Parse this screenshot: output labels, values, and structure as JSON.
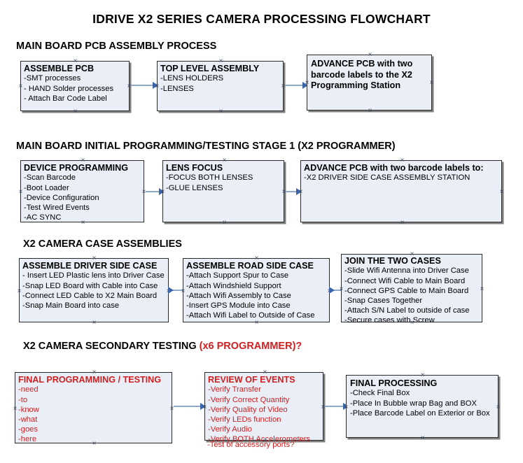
{
  "document": {
    "title": "IDRIVE X2  SERIES CAMERA PROCESSING FLOWCHART"
  },
  "sections": [
    {
      "id": "main-board-pcb-assembly",
      "heading": "MAIN BOARD PCB ASSEMBLY PROCESS",
      "heading_red": "",
      "boxes": [
        {
          "id": "assemble-pcb",
          "title": "ASSEMBLE PCB",
          "lines": [
            "-SMT processes",
            "- HAND Solder processes",
            "- Attach Bar Code Label"
          ],
          "color": "black"
        },
        {
          "id": "top-level-assembly",
          "title": "TOP LEVEL ASSEMBLY",
          "lines": [
            "-LENS HOLDERS",
            "-LENSES"
          ],
          "color": "black"
        },
        {
          "id": "advance-pcb-programming-station",
          "title": "ADVANCE PCB with two barcode labels to the  X2 Programming Station",
          "lines": [],
          "color": "black"
        }
      ]
    },
    {
      "id": "main-board-initial-programming",
      "heading": "MAIN BOARD INITIAL PROGRAMMING/TESTING STAGE 1 (X2 PROGRAMMER)",
      "heading_red": "",
      "boxes": [
        {
          "id": "device-programming",
          "title": "DEVICE PROGRAMMING",
          "lines": [
            "-Scan Barcode",
            "-Boot Loader",
            "-Device Configuration",
            "-Test Wired Events",
            "-AC SYNC"
          ],
          "color": "black"
        },
        {
          "id": "lens-focus",
          "title": "LENS FOCUS",
          "lines": [
            "-FOCUS BOTH LENSES",
            "-GLUE LENSES"
          ],
          "color": "black"
        },
        {
          "id": "advance-pcb-driver-side-case",
          "title": "ADVANCE PCB with two barcode labels to:",
          "lines": [
            "-X2 DRIVER  SIDE  CASE  ASSEMBLY STATION"
          ],
          "color": "black"
        }
      ]
    },
    {
      "id": "x2-camera-case-assemblies",
      "heading": "X2 CAMERA CASE ASSEMBLIES",
      "heading_red": "",
      "boxes": [
        {
          "id": "assemble-driver-side-case",
          "title": "ASSEMBLE DRIVER SIDE CASE",
          "lines": [
            "- Insert LED Plastic lens into Driver Case",
            "-Snap LED Board with Cable into Case",
            "-Connect LED Cable to X2 Main Board",
            "-Snap Main Board into case"
          ],
          "color": "black"
        },
        {
          "id": "assemble-road-side-case",
          "title": "ASSEMBLE ROAD SIDE CASE",
          "lines": [
            "-Attach Support Spur to Case",
            "-Attach Windshield Support",
            "-Attach Wifi Assembly to Case",
            "-Insert GPS Module into Case",
            "-Attach Wifi Label to Outside of Case"
          ],
          "color": "black"
        },
        {
          "id": "join-the-two-cases",
          "title": "JOIN THE TWO CASES",
          "lines": [
            "-Slide Wifi Antenna into Driver Case",
            "-Connect Wifi Cable to Main Board",
            "-Connect GPS Cable to Main Board",
            "-Snap Cases Together",
            "-Attach S/N Label to outside of case",
            "-Secure cases with Screw"
          ],
          "color": "black"
        }
      ]
    },
    {
      "id": "x2-camera-secondary-testing",
      "heading": "X2 CAMERA SECONDARY TESTING ",
      "heading_red": "(x6 PROGRAMMER)?",
      "boxes": [
        {
          "id": "final-programming-testing",
          "title": "FINAL PROGRAMMING / TESTING",
          "lines": [
            "-need",
            "-to",
            "-know",
            "-what",
            "-goes",
            "-here"
          ],
          "color": "red"
        },
        {
          "id": "review-of-events",
          "title": "REVIEW OF EVENTS",
          "lines": [
            "-Verify Transfer",
            "-Verify Correct Quantity",
            "-Verify Quality of Video",
            "-Verify LEDs function",
            "-Verify Audio",
            "-Verify BOTH Accelerometers"
          ],
          "overflow_line": "-Test of accessory ports?",
          "color": "red"
        },
        {
          "id": "final-processing",
          "title": "FINAL PROCESSING",
          "lines": [
            "-Check Final Box",
            "-Place In Bubble wrap Bag and BOX",
            "-Place Barcode Label on Exterior or Box"
          ],
          "color": "black"
        }
      ]
    }
  ],
  "colors": {
    "box_fill": "#eaeef7",
    "box_border": "#2b2b2b",
    "connector": "#8fa8c8",
    "arrowhead": "#3c63a8",
    "red_text": "#d01f1f",
    "black_text": "#000000",
    "background": "#ffffff"
  }
}
